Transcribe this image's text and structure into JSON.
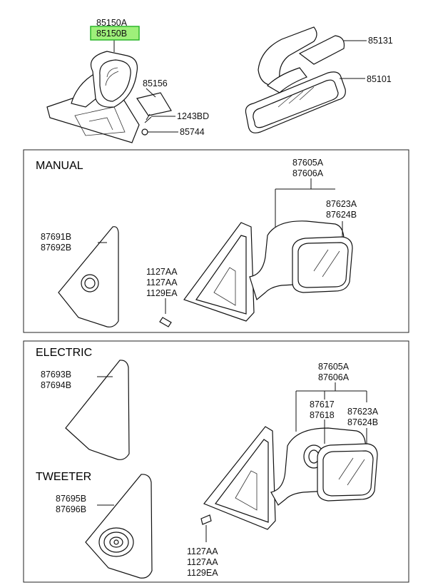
{
  "labels": {
    "p85150A": "85150A",
    "p85150B": "85150B",
    "p85156": "85156",
    "p1243BD": "1243BD",
    "p85744": "85744",
    "p85131": "85131",
    "p85101": "85101",
    "m87605A": "87605A",
    "m87606A": "87606A",
    "m87623A": "87623A",
    "m87624B": "87624B",
    "m87691B": "87691B",
    "m87692B": "87692B",
    "m1127AA_1": "1127AA",
    "m1127AA_2": "1127AA",
    "m1129EA": "1129EA",
    "e87605A": "87605A",
    "e87606A": "87606A",
    "e87617": "87617",
    "e87618": "87618",
    "e87623A": "87623A",
    "e87624B": "87624B",
    "e87693B": "87693B",
    "e87694B": "87694B",
    "t87695B": "87695B",
    "t87696B": "87696B",
    "e1127AA_1": "1127AA",
    "e1127AA_2": "1127AA",
    "e1129EA": "1129EA"
  },
  "sections": {
    "manual": "MANUAL",
    "electric": "ELECTRIC",
    "tweeter": "TWEETER"
  },
  "highlight": {
    "part": "85150B",
    "color": "#9ef07a"
  }
}
